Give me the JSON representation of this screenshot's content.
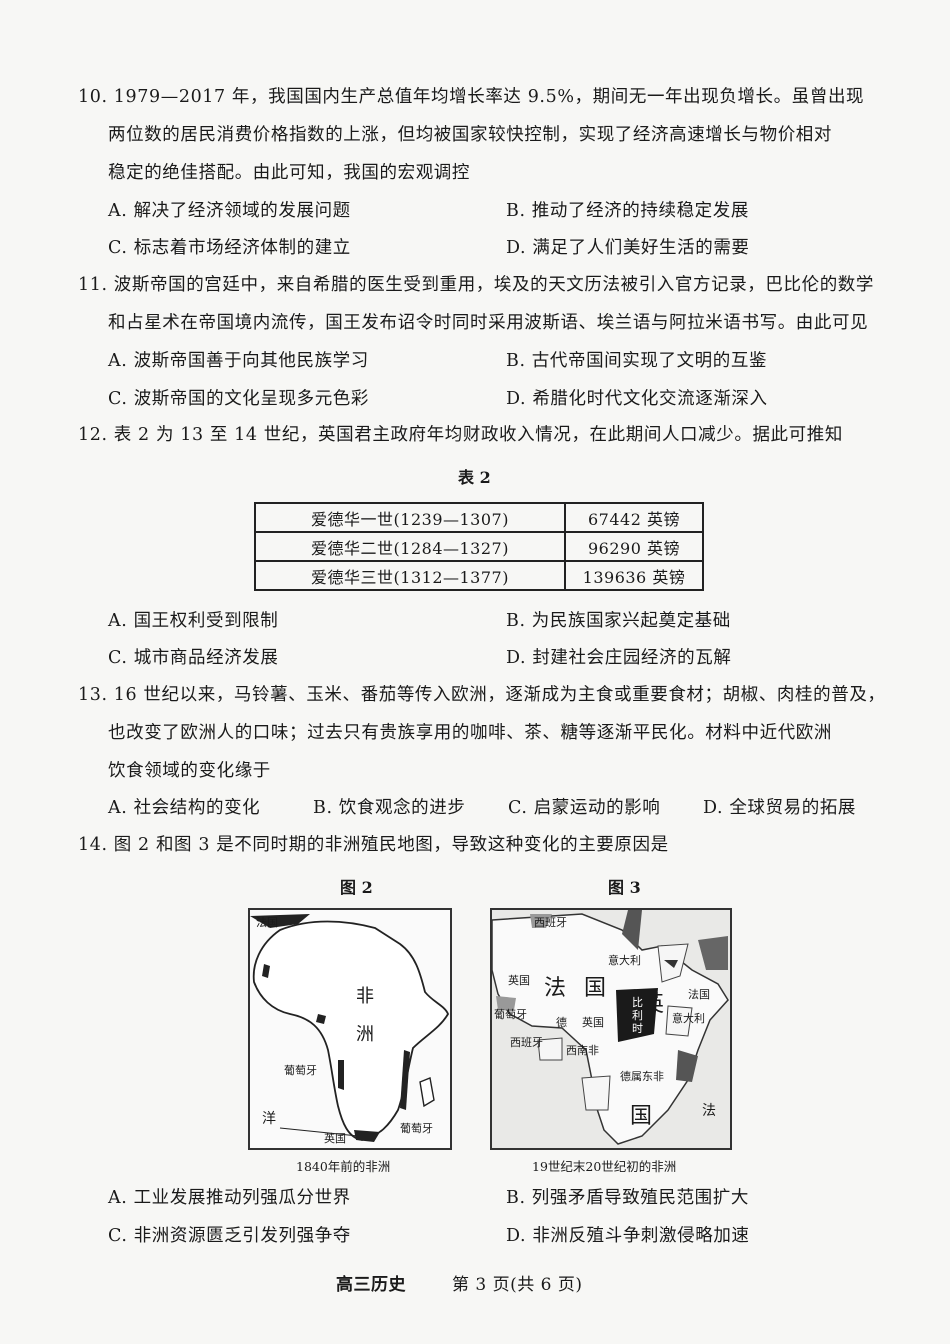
{
  "q10": {
    "lines": [
      "10. 1979—2017 年，我国国内生产总值年均增长率达 9.5%，期间无一年出现负增长。虽曾出现",
      "两位数的居民消费价格指数的上涨，但均被国家较快控制，实现了经济高速增长与物价相对",
      "稳定的绝佳搭配。由此可知，我国的宏观调控"
    ],
    "options": [
      "A. 解决了经济领域的发展问题",
      "B. 推动了经济的持续稳定发展",
      "C. 标志着市场经济体制的建立",
      "D. 满足了人们美好生活的需要"
    ]
  },
  "q11": {
    "lines": [
      "11. 波斯帝国的宫廷中，来自希腊的医生受到重用，埃及的天文历法被引入官方记录，巴比伦的数学",
      "和占星术在帝国境内流传，国王发布诏令时同时采用波斯语、埃兰语与阿拉米语书写。由此可见"
    ],
    "options": [
      "A. 波斯帝国善于向其他民族学习",
      "B. 古代帝国间实现了文明的互鉴",
      "C. 波斯帝国的文化呈现多元色彩",
      "D. 希腊化时代文化交流逐渐深入"
    ]
  },
  "q12": {
    "lines": [
      "12. 表 2 为 13 至 14 世纪，英国君主政府年均财政收入情况，在此期间人口减少。据此可推知"
    ],
    "table_caption": "表 2",
    "table": [
      [
        "爱德华一世(1239—1307)",
        "67442 英镑"
      ],
      [
        "爱德华二世(1284—1327)",
        "96290 英镑"
      ],
      [
        "爱德华三世(1312—1377)",
        "139636 英镑"
      ]
    ],
    "options": [
      "A. 国王权利受到限制",
      "B. 为民族国家兴起奠定基础",
      "C. 城市商品经济发展",
      "D. 封建社会庄园经济的瓦解"
    ]
  },
  "q13": {
    "lines": [
      "13. 16 世纪以来，马铃薯、玉米、番茄等传入欧洲，逐渐成为主食或重要食材；胡椒、肉桂的普及，",
      "也改变了欧洲人的口味；过去只有贵族享用的咖啡、茶、糖等逐渐平民化。材料中近代欧洲",
      "饮食领域的变化缘于"
    ],
    "options": [
      "A. 社会结构的变化",
      "B. 饮食观念的进步",
      "C. 启蒙运动的影响",
      "D. 全球贸易的拓展"
    ]
  },
  "q14": {
    "lines": [
      "14. 图 2 和图 3 是不同时期的非洲殖民地图，导致这种变化的主要原因是"
    ],
    "fig2": {
      "title": "图 2",
      "caption": "1840年前的非洲",
      "labels": {
        "france": "法国",
        "fei": "非",
        "zhou": "洲",
        "portugal_w": "葡萄牙",
        "yang": "洋",
        "britain": "英国",
        "portugal_e": "葡萄牙"
      }
    },
    "fig3": {
      "title": "图 3",
      "caption": "19世纪末20世纪初的非洲",
      "labels": {
        "spain": "西班牙",
        "italy_n": "意大利",
        "fa": "法",
        "guo1": "国",
        "ying": "英",
        "guo2": "国",
        "britain_w": "英国",
        "portugal_w": "葡萄牙",
        "spain_w": "西班牙",
        "de": "德",
        "yingguo": "英国",
        "belgium": "比利时",
        "germany_sw": "西南非",
        "germany_e": "德属东非",
        "france_e": "法国",
        "italy_e": "意大利",
        "fa2": "法"
      }
    },
    "options": [
      "A. 工业发展推动列强瓜分世界",
      "B. 列强矛盾导致殖民范围扩大",
      "C. 非洲资源匮乏引发列强争夺",
      "D. 非洲反殖斗争刺激侵略加速"
    ]
  },
  "footer": {
    "subject": "高三历史",
    "page": "第 3 页(共 6 页)"
  }
}
